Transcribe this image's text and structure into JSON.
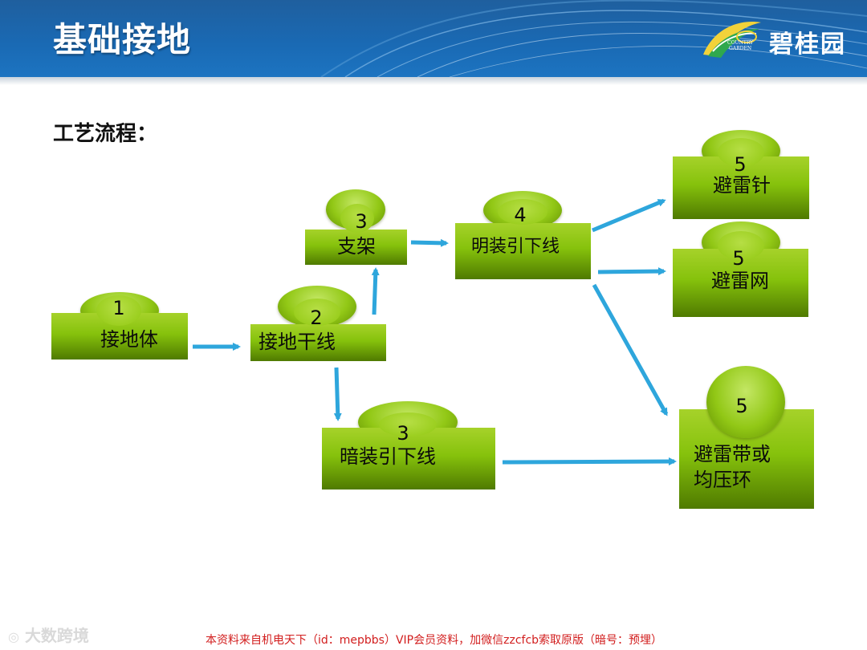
{
  "header": {
    "title": "基础接地",
    "logo": {
      "text": "碧桂园",
      "sub_line1": "COUNTRY",
      "sub_line2": "GARDEN"
    }
  },
  "section_title": "工艺流程：",
  "nodes": [
    {
      "id": "n1",
      "num": "1",
      "label": "接地体"
    },
    {
      "id": "n2",
      "num": "2",
      "label": "接地干线"
    },
    {
      "id": "n3a",
      "num": "3",
      "label": "支架"
    },
    {
      "id": "n3b",
      "num": "3",
      "label": "暗装引下线"
    },
    {
      "id": "n4",
      "num": "4",
      "label": "明装引下线"
    },
    {
      "id": "n5a",
      "num": "5",
      "label": "避雷针"
    },
    {
      "id": "n5b",
      "num": "5",
      "label": "避雷网"
    },
    {
      "id": "n5c",
      "num": "5",
      "label_line1": "避雷带或",
      "label_line2": "均压环"
    }
  ],
  "edges": [
    {
      "from": "接地体",
      "to": "接地干线"
    },
    {
      "from": "接地干线",
      "to": "支架"
    },
    {
      "from": "接地干线",
      "to": "暗装引下线"
    },
    {
      "from": "支架",
      "to": "明装引下线"
    },
    {
      "from": "明装引下线",
      "to": "避雷针"
    },
    {
      "from": "明装引下线",
      "to": "避雷网"
    },
    {
      "from": "明装引下线",
      "to": "避雷带或均压环"
    },
    {
      "from": "暗装引下线",
      "to": "避雷带或均压环"
    }
  ],
  "footer_note": "本资料来自机电天下（id：mepbbs）VIP会员资料，加微信zzcfcb索取原版（暗号：预埋）",
  "watermark": "大数跨境",
  "colors": {
    "header_blue": "#1a69b3",
    "box_green": "#86c20c",
    "arrow_blue": "#2ea6dc",
    "note_red": "#d21e1e"
  }
}
